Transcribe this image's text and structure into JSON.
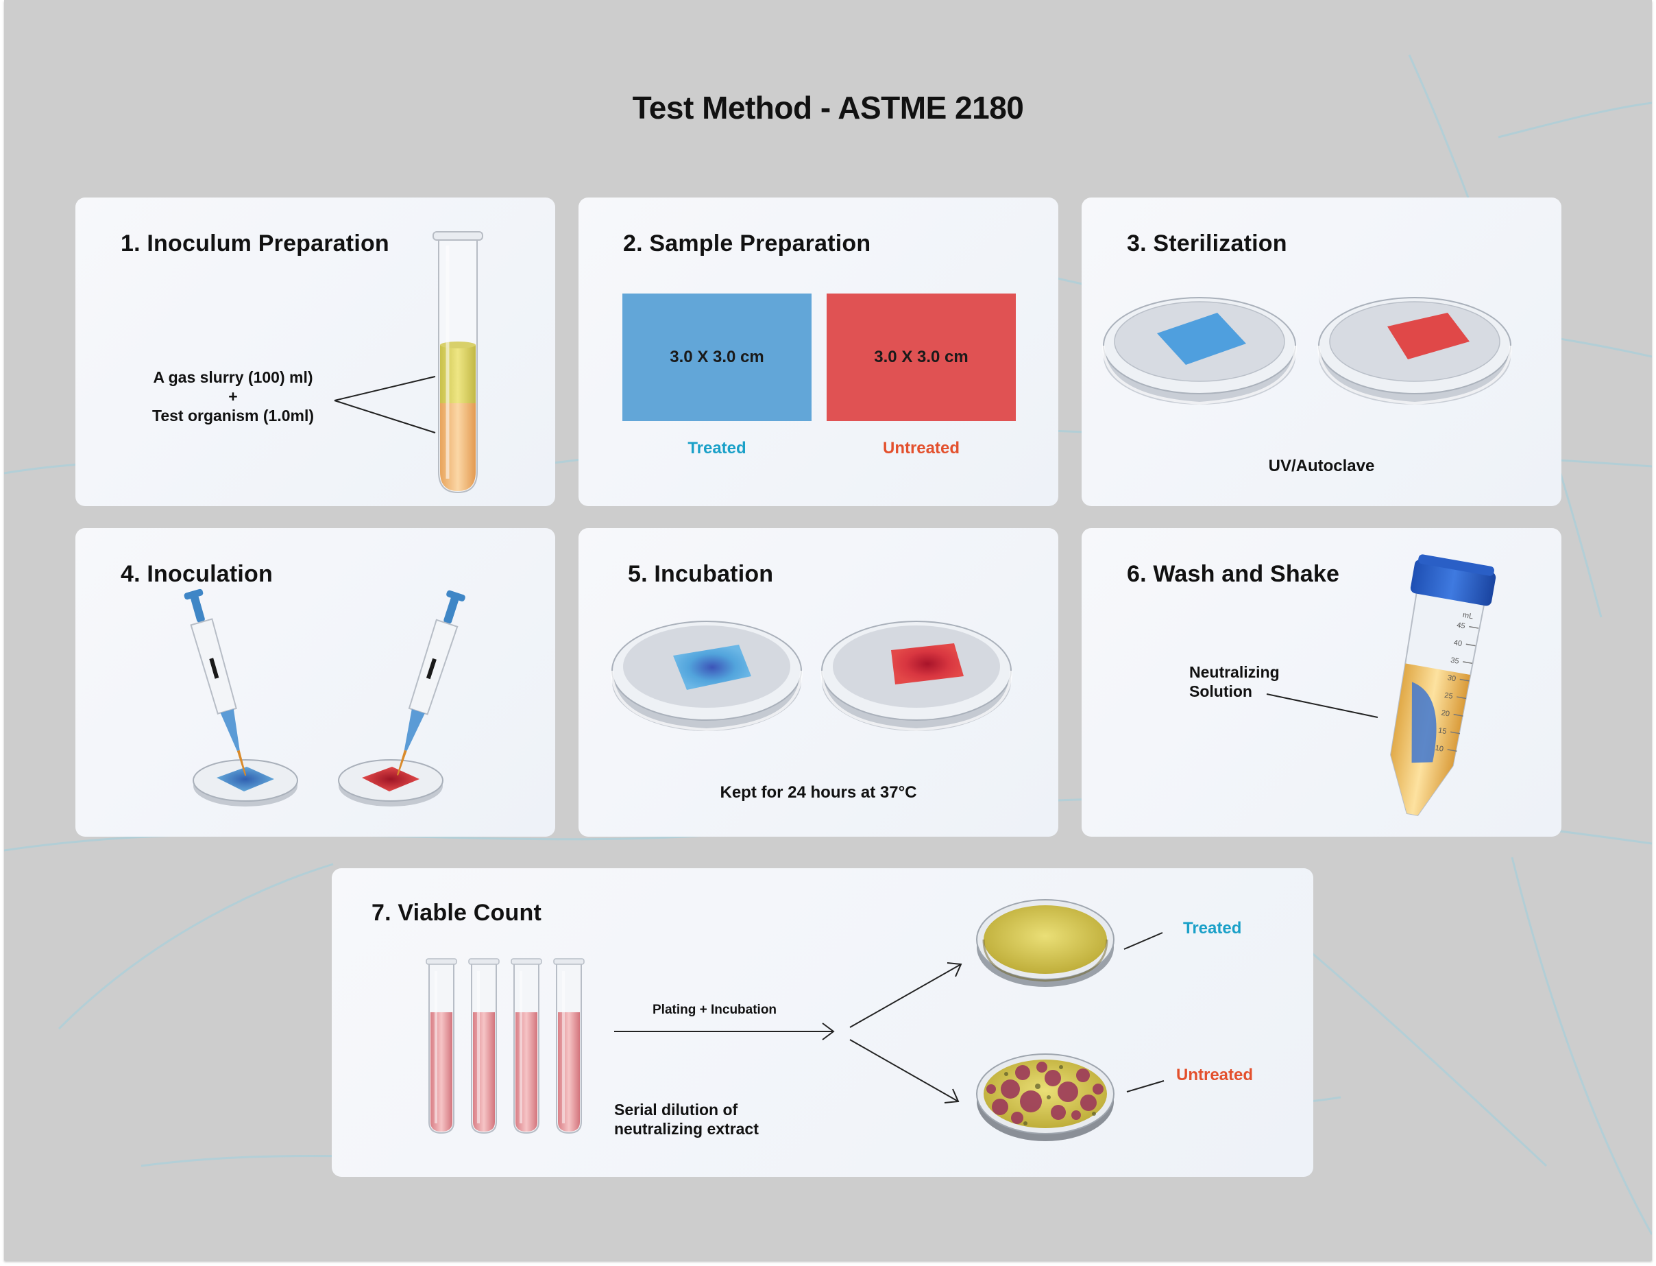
{
  "title": "Test Method -  ASTME 2180",
  "colors": {
    "treated": "#1aa0c8",
    "untreated": "#e3502d",
    "sample_blue": "#62a6d8",
    "sample_red": "#e05253",
    "card_bg": "#f1f4f9",
    "page_bg": "#cdcdcd"
  },
  "steps": {
    "s1": {
      "title": "1. Inoculum Preparation",
      "line1": "A gas slurry (100) ml)",
      "plus": "+",
      "line2": "Test organism (1.0ml)",
      "icon": "test-tube-icon"
    },
    "s2": {
      "title": "2. Sample Preparation",
      "size_treated": "3.0 X 3.0 cm",
      "size_untreated": "3.0 X 3.0 cm",
      "treated": "Treated",
      "untreated": "Untreated"
    },
    "s3": {
      "title": "3. Sterilization",
      "caption": "UV/Autoclave",
      "icon": "petri-dish-icon"
    },
    "s4": {
      "title": "4. Inoculation",
      "icon": "pipette-icon"
    },
    "s5": {
      "title": "5. Incubation",
      "caption": "Kept for 24 hours at 37°C"
    },
    "s6": {
      "title": "6. Wash and Shake",
      "label_line1": "Neutralizing",
      "label_line2": "Solution",
      "tube_unit": "mL",
      "tube_ticks": [
        "45",
        "40",
        "35",
        "30",
        "25",
        "20",
        "15",
        "10"
      ],
      "icon": "centrifuge-tube-icon"
    },
    "s7": {
      "title": "7. Viable Count",
      "arrow_label": "Plating + Incubation",
      "caption_line1": "Serial dilution of",
      "caption_line2": "neutralizing extract",
      "treated": "Treated",
      "untreated": "Untreated",
      "tube_count": 4
    }
  }
}
